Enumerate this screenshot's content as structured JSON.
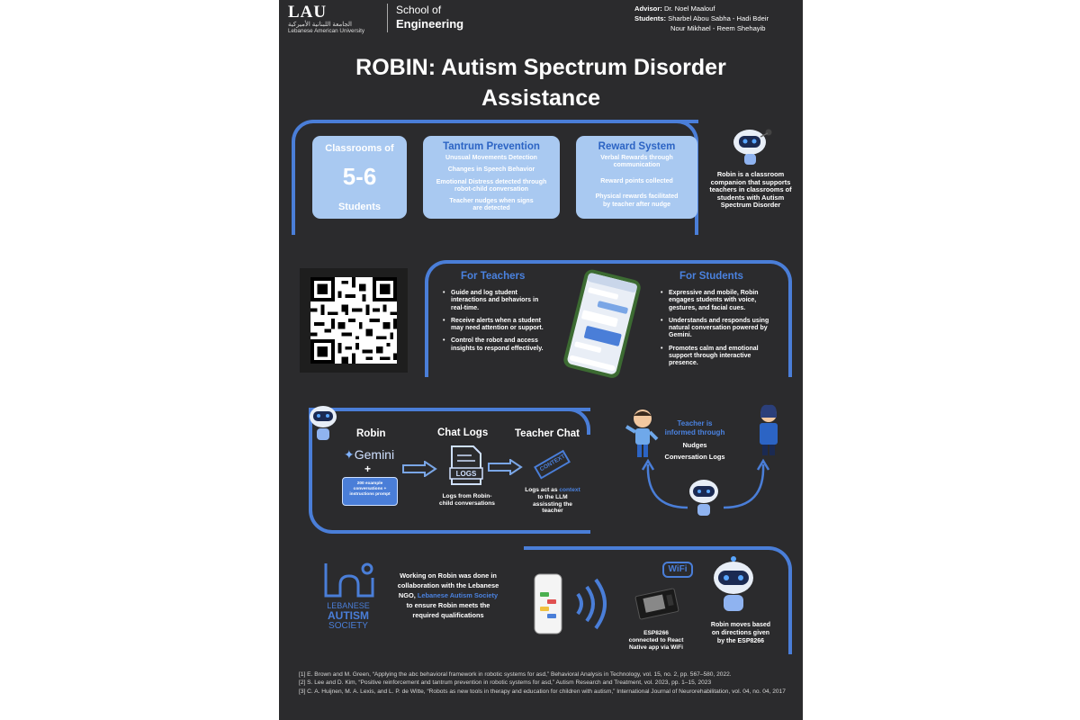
{
  "header": {
    "logo_text": "LAU",
    "logo_arabic": "الجامعة اللبنانية الأميركية",
    "logo_sub": "Lebanese American University",
    "school_line1": "School of",
    "school_line2": "Engineering",
    "advisor_label": "Advisor:",
    "advisor": "Dr. Noel Maalouf",
    "students_label": "Students:",
    "students_line1": "Sharbel Abou Sabha - Hadi Bdeir",
    "students_line2": "Nour Mikhael - Reem Shehayib"
  },
  "title": {
    "line1": "ROBIN: Autism Spectrum Disorder",
    "line2": "Assistance"
  },
  "cards": {
    "classrooms": {
      "top": "Classrooms of",
      "number": "5-6",
      "bottom": "Students"
    },
    "tantrum": {
      "title": "Tantrum Prevention",
      "items": [
        "Unusual Movements Detection",
        "Changes in Speech Behavior",
        "Emotional Distress detected through robot-child conversation",
        "Teacher nudges when signs are detected"
      ]
    },
    "reward": {
      "title": "Reward System",
      "items": [
        "Verbal Rewards through communication",
        "Reward points collected",
        "Physical rewards facilitated by teacher after nudge"
      ]
    }
  },
  "intro": "Robin is a classroom companion that supports teachers in classrooms of students with Autism Spectrum Disorder",
  "teachers": {
    "title": "For Teachers",
    "items": [
      "Guide and log student interactions and behaviors in real-time.",
      "Receive alerts when a student may need attention or support.",
      "Control the robot and access insights to respond effectively."
    ]
  },
  "students": {
    "title": "For Students",
    "items": [
      "Expressive and mobile, Robin engages students with voice, gestures, and facial cues.",
      "Understands and responds using natural conversation powered by Gemini.",
      "Promotes calm and emotional support through interactive presence."
    ]
  },
  "flow": {
    "robin_title": "Robin",
    "gemini": "Gemini",
    "plus": "+",
    "prompt_box": "200 example conversations + instructions prompt",
    "chatlogs_title": "Chat Logs",
    "logs_label": "LOGS",
    "logs_caption": "Logs from Robin-child conversations",
    "teacherchat_title": "Teacher Chat",
    "context_label": "CONTEXT",
    "context_caption_pre": "Logs act as",
    "context_caption_word": "context",
    "context_caption_post": "to the LLM assissting the teacher",
    "informed_title": "Teacher is informed through",
    "informed_item1": "Nudges",
    "informed_item2": "Conversation Logs"
  },
  "bottom": {
    "society_line1": "LEBANESE",
    "society_line2": "AUTISM",
    "society_line3": "SOCIETY",
    "collab_pre": "Working on Robin was done in collaboration with the Lebanese NGO,",
    "collab_link": "Lebanese Autism Society",
    "collab_post": "to ensure Robin meets the required qualifications",
    "wifi_label": "WiFi",
    "esp_caption_title": "ESP8266",
    "esp_caption": "connected to React Native app via WiFi",
    "robot_caption": "Robin moves based on directions given by the ESP8266"
  },
  "references": [
    "[1] E. Brown and M. Green, “Applying the abc behavioral framework in robotic systems for asd,” Behavioral Analysis in Technology, vol. 15, no. 2, pp. 567–580, 2022.",
    "[2] S. Lee and D. Kim, “Positive reinforcement and tantrum prevention in robotic systems for asd,” Autism Research and Treatment, vol. 2023, pp. 1–15, 2023",
    "[3] C. A. Huijnen, M. A. Lexis, and L. P. de Witte, “Robots as new tools in therapy and education for children with autism,” International Journal of Neurorehabilitation, vol. 04, no. 04, 2017"
  ],
  "colors": {
    "poster_bg": "#2b2b2d",
    "accent": "#4a7ed8",
    "card_bg": "#a9c9f1",
    "card_title": "#2c64c4"
  }
}
